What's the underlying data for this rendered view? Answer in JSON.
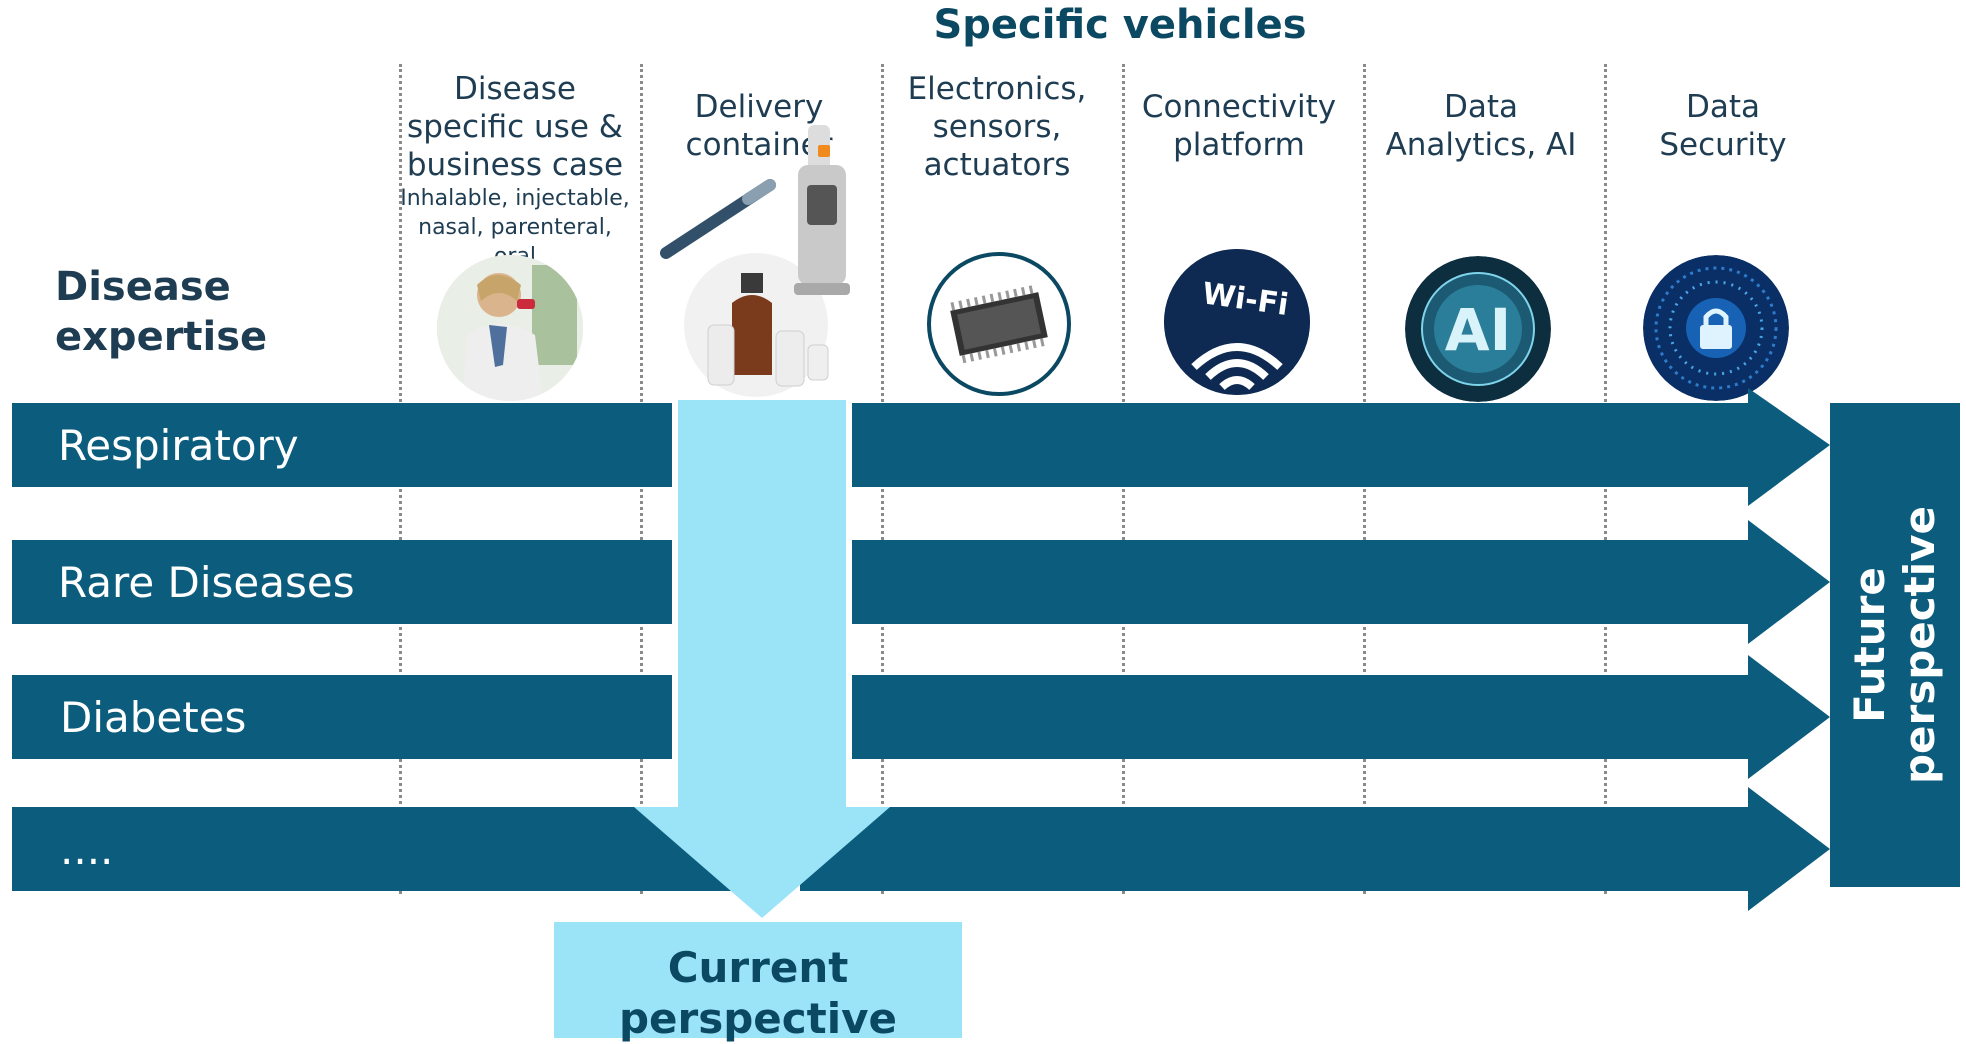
{
  "title": "Specific vehicles",
  "expertise_label": [
    "Disease",
    "expertise"
  ],
  "columns": [
    {
      "heading": [
        "Disease",
        "specific use &",
        "business case"
      ],
      "sub": [
        "Inhalable, injectable,",
        "nasal, parenteral, oral"
      ],
      "icon": "patient-inhaler-photo"
    },
    {
      "heading": [
        "Delivery",
        "container"
      ],
      "sub": [],
      "icon": "delivery-devices-photo"
    },
    {
      "heading": [
        "Electronics,",
        "sensors,",
        "actuators"
      ],
      "sub": [],
      "icon": "microchip-icon"
    },
    {
      "heading": [
        "Connectivity",
        "platform"
      ],
      "sub": [],
      "icon": "wifi-icon",
      "icon_text": "Wi-Fi"
    },
    {
      "heading": [
        "Data",
        "Analytics, AI"
      ],
      "sub": [],
      "icon": "ai-icon",
      "icon_text": "AI"
    },
    {
      "heading": [
        "Data",
        "Security"
      ],
      "sub": [],
      "icon": "lock-circuit-icon"
    }
  ],
  "rows": [
    {
      "label": "Respiratory"
    },
    {
      "label": "Rare Diseases"
    },
    {
      "label": "Diabetes"
    },
    {
      "label": "...."
    }
  ],
  "future_label": [
    "Future",
    "perspective"
  ],
  "current_label": [
    "Current",
    "perspective"
  ],
  "colors": {
    "arrow": "#0b5c7d",
    "current": "#9be4f8",
    "title": "#0b4862"
  }
}
